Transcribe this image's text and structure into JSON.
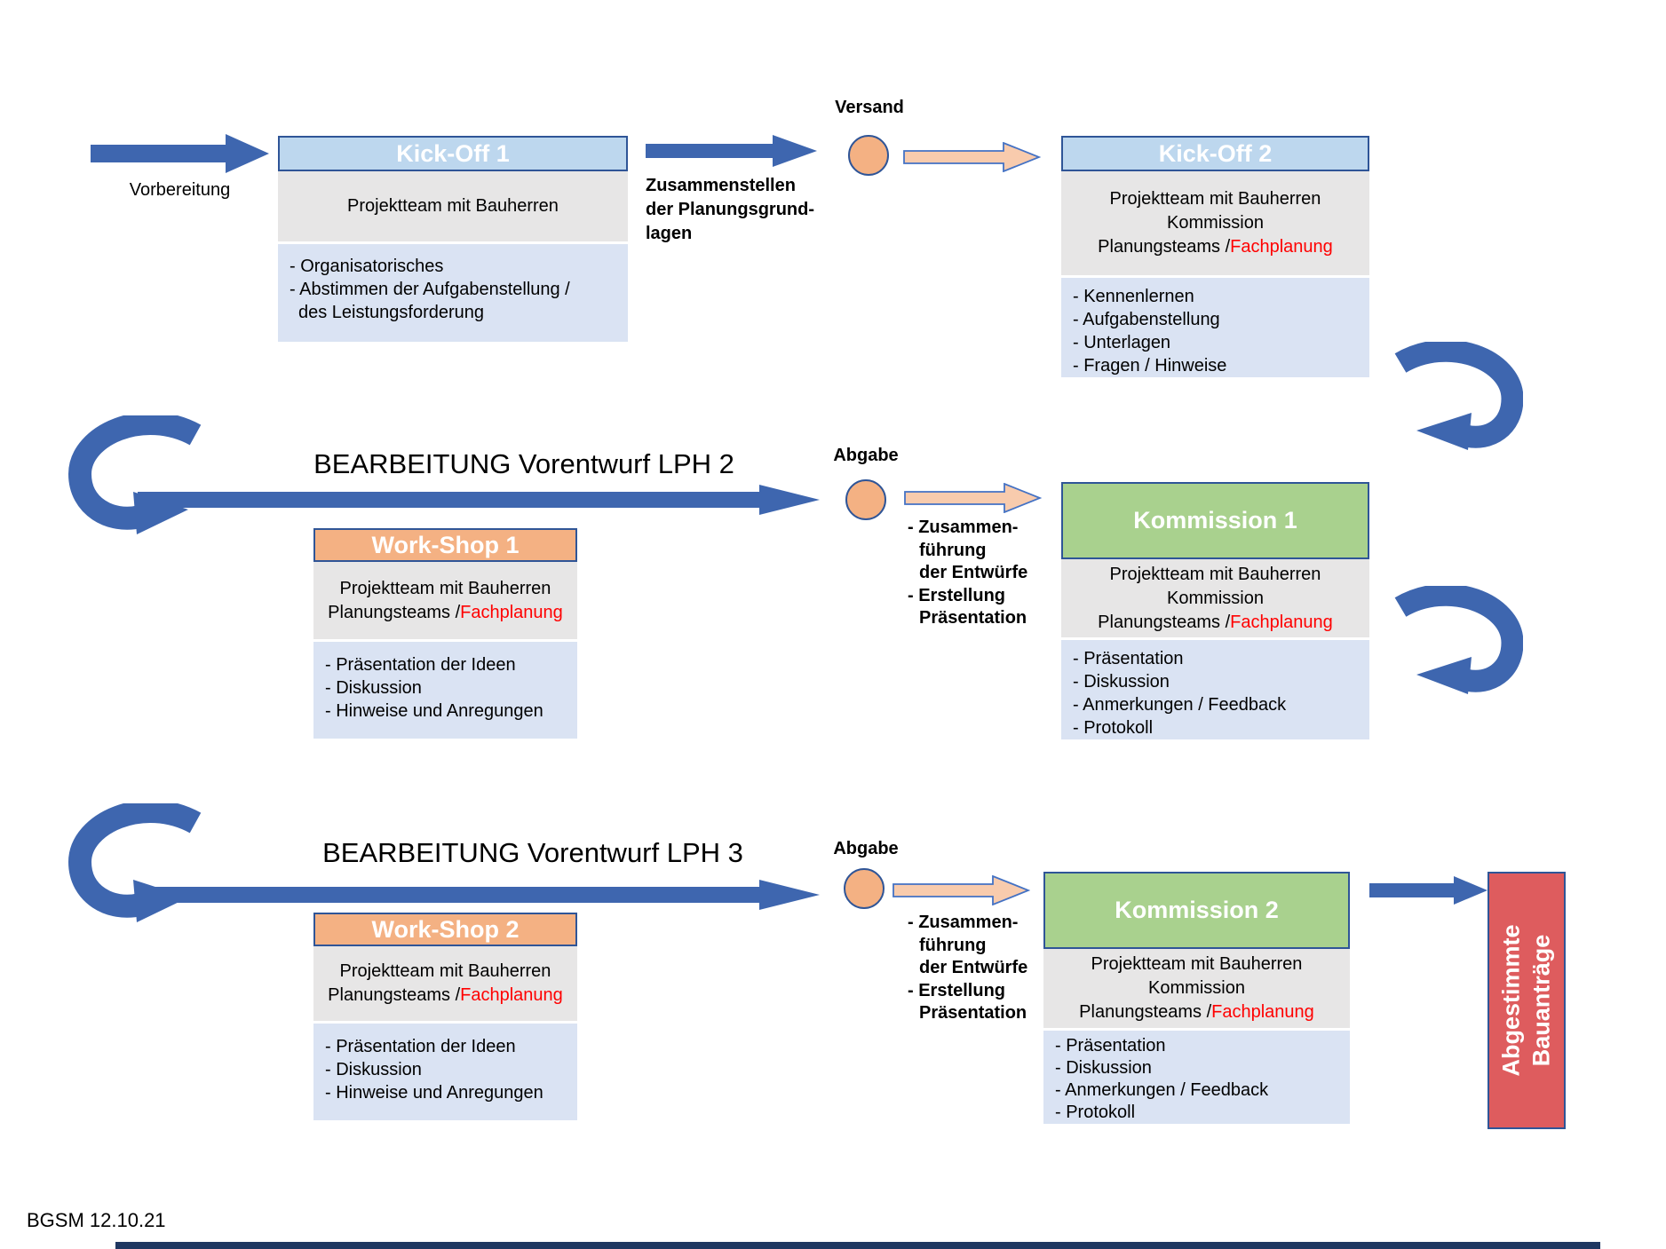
{
  "labels": {
    "vorbereitung": "Vorbereitung",
    "zusammenstellen_lines": [
      "Zusammenstellen",
      "der Planungsgrund-",
      "lagen"
    ],
    "versand": "Versand",
    "abgabe": "Abgabe",
    "bearbeitung_lph2": "BEARBEITUNG Vorentwurf LPH 2",
    "bearbeitung_lph3": "BEARBEITUNG Vorentwurf LPH 3",
    "abgabe_notes": [
      "- Zusammen-",
      "führung",
      "der Entwürfe",
      "- Erstellung",
      "Präsentation"
    ],
    "credit": "BGSM 12.10.21"
  },
  "boxes": {
    "kickoff1": {
      "title": "Kick-Off 1",
      "participants": [
        "Projektteam mit Bauherren"
      ],
      "bullets": [
        "- Organisatorisches",
        "- Abstimmen der Aufgabenstellung /",
        "des Leistungsforderung"
      ]
    },
    "kickoff2": {
      "title": "Kick-Off 2",
      "participants": [
        "Projektteam mit Bauherren",
        "Kommission"
      ],
      "participants_plain": "Planungsteams /",
      "participants_red": "Fachplanung",
      "bullets": [
        "- Kennenlernen",
        "- Aufgabenstellung",
        "- Unterlagen",
        "- Fragen / Hinweise"
      ]
    },
    "workshop1": {
      "title": "Work-Shop 1",
      "participants": [
        "Projektteam mit Bauherren"
      ],
      "participants_plain": "Planungsteams /",
      "participants_red": "Fachplanung",
      "bullets": [
        "- Präsentation der Ideen",
        "- Diskussion",
        "- Hinweise und Anregungen"
      ]
    },
    "kommission1": {
      "title": "Kommission 1",
      "participants": [
        "Projektteam mit Bauherren",
        "Kommission"
      ],
      "participants_plain": "Planungsteams /",
      "participants_red": "Fachplanung",
      "bullets": [
        "- Präsentation",
        "- Diskussion",
        "- Anmerkungen / Feedback",
        "- Protokoll"
      ]
    },
    "workshop2": {
      "title": "Work-Shop 2",
      "participants": [
        "Projektteam mit Bauherren"
      ],
      "participants_plain": "Planungsteams /",
      "participants_red": "Fachplanung",
      "bullets": [
        "- Präsentation der Ideen",
        "- Diskussion",
        "- Hinweise und Anregungen"
      ]
    },
    "kommission2": {
      "title": "Kommission 2",
      "participants": [
        "Projektteam mit Bauherren",
        "Kommission"
      ],
      "participants_plain": "Planungsteams /",
      "participants_red": "Fachplanung",
      "bullets": [
        "- Präsentation",
        "- Diskussion",
        "- Anmerkungen / Feedback",
        "- Protokoll"
      ]
    },
    "final": {
      "line1": "Abgestimmte",
      "line2": "Bauanträge"
    }
  },
  "colors": {
    "arrow_blue": "#3e66af",
    "border_navy": "#2f5597",
    "header_blue": "#bdd7ee",
    "header_orange": "#f4b183",
    "header_green": "#a9d18e",
    "final_red": "#de5c5e",
    "section_gray": "#e7e6e6",
    "section_blue": "#dae3f3",
    "accent_red": "#ff0000",
    "peach": "#f8cbad",
    "peach_border": "#4472c4",
    "rule_navy": "#1f3761"
  }
}
